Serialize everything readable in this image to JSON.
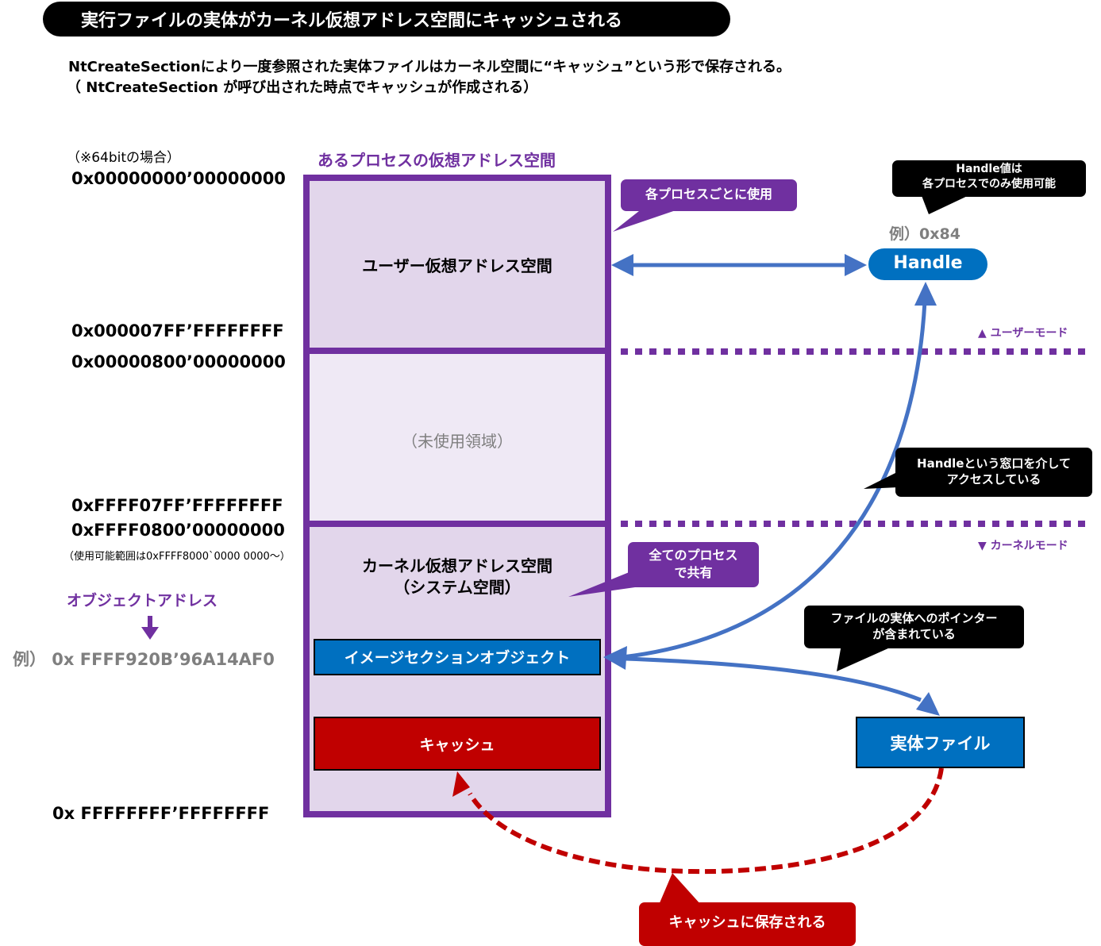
{
  "title": "実行ファイルの実体がカーネル仮想アドレス空間にキャッシュされる",
  "description": {
    "line1": "NtCreateSectionにより一度参照された実体ファイルはカーネル空間に“キャッシュ”という形で保存される。",
    "line2": "（ NtCreateSection が呼び出された時点でキャッシュが作成される）"
  },
  "address_labels": {
    "note_64bit": "（※64bitの場合）",
    "user_start": "0x00000000’00000000",
    "user_end": "0x000007FF’FFFFFFFF",
    "unused_start": "0x00000800’00000000",
    "unused_end": "0xFFFF07FF’FFFFFFFF",
    "kernel_start": "0xFFFF0800’00000000",
    "kernel_usable_note": "（使用可能範囲は0xFFFF8000`0000 0000～）",
    "kernel_end": "0x FFFFFFFF’FFFFFFFF"
  },
  "object_address": {
    "label": "オブジェクトアドレス",
    "example": "例） 0x FFFF920B’96A14AF0",
    "icon": "arrow-down-icon"
  },
  "address_space": {
    "heading": "あるプロセスの仮想アドレス空間",
    "user_region": "ユーザー仮想アドレス空間",
    "unused_region": "（未使用領域）",
    "kernel_region_line1": "カーネル仮想アドレス空間",
    "kernel_region_line2": "（システム空間）",
    "image_section_object": "イメージセクションオブジェクト",
    "cache": "キャッシュ"
  },
  "callouts": {
    "per_process": "各プロセスごとに使用",
    "shared": {
      "line1": "全てのプロセス",
      "line2": "で共有"
    },
    "handle_value": {
      "line1": "Handle値は",
      "line2": "各プロセスでのみ使用可能"
    },
    "access_via_handle": {
      "line1": "Handleという窓口を介して",
      "line2": "アクセスしている"
    },
    "file_pointer": {
      "line1": "ファイルの実体へのポインター",
      "line2": "が含まれている"
    },
    "saved_to_cache": "キャッシュに保存される"
  },
  "handle": {
    "example": "例）0x84",
    "label": "Handle"
  },
  "mode_labels": {
    "user_mode": "▲ ユーザーモード",
    "kernel_mode": "▼ カーネルモード"
  },
  "file": {
    "label": "実体ファイル"
  },
  "colors": {
    "purple": "#7030a0",
    "light_purple": "#e2d6eb",
    "lighter_purple": "#efe9f5",
    "blue": "#0070c0",
    "arrow_blue": "#4472c4",
    "red": "#c00000",
    "gray": "#7f7f7f"
  }
}
